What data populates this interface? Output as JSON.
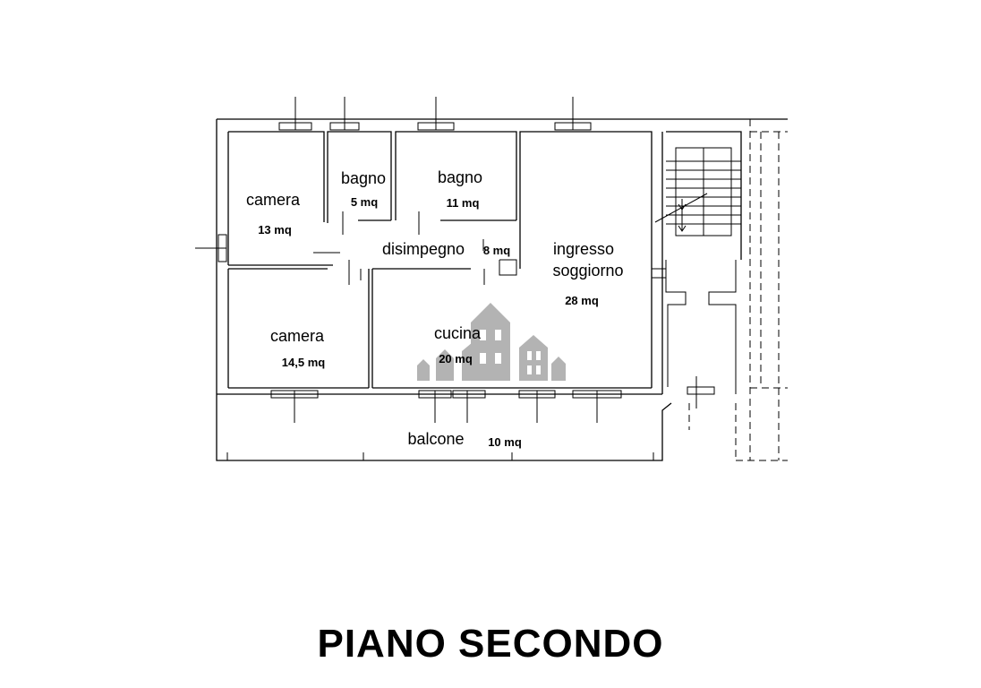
{
  "rooms": {
    "camera_top": {
      "name": "camera",
      "area": "13 mq"
    },
    "bagno_small": {
      "name": "bagno",
      "area": "5 mq"
    },
    "bagno_large": {
      "name": "bagno",
      "area": "11 mq"
    },
    "disimpegno": {
      "name": "disimpegno",
      "area": "8 mq"
    },
    "ingresso": {
      "name_line1": "ingresso",
      "name_line2": "soggiorno",
      "area": "28 mq"
    },
    "camera_bottom": {
      "name": "camera",
      "area": "14,5 mq"
    },
    "cucina": {
      "name": "cucina",
      "area": "20 mq"
    },
    "balcone": {
      "name": "balcone",
      "area": "10 mq"
    }
  },
  "floor_title": "PIANO SECONDO",
  "colors": {
    "lines": "#000000",
    "watermark": "#9a9a9a"
  }
}
